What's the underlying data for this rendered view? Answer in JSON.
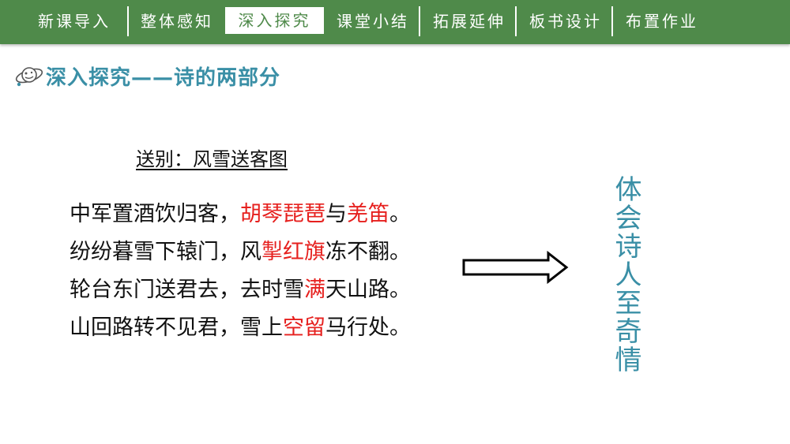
{
  "nav": {
    "tabs": [
      "新课导入",
      "整体感知",
      "深入探究",
      "课堂小结",
      "拓展延伸",
      "板书设计",
      "布置作业"
    ],
    "active_index": 2,
    "bar_color": "#4f8a4a"
  },
  "heading": {
    "title": "深入探究——诗的两部分",
    "icon": "planet-doodle-icon",
    "color": "#3a8fa6"
  },
  "poem": {
    "title": "送别：风雪送客图",
    "highlight_color": "#e6201e",
    "lines": [
      {
        "segments": [
          {
            "t": "中军置酒饮归客，",
            "hl": false
          },
          {
            "t": "胡琴琵琶",
            "hl": true
          },
          {
            "t": "与",
            "hl": false
          },
          {
            "t": "羌笛",
            "hl": true
          },
          {
            "t": "。",
            "hl": false
          }
        ]
      },
      {
        "segments": [
          {
            "t": "纷纷暮雪下辕门，风",
            "hl": false
          },
          {
            "t": "掣红旗",
            "hl": true
          },
          {
            "t": "冻不翻。",
            "hl": false
          }
        ]
      },
      {
        "segments": [
          {
            "t": "轮台东门送君去，去时雪",
            "hl": false
          },
          {
            "t": "满",
            "hl": true
          },
          {
            "t": "天山路。",
            "hl": false
          }
        ]
      },
      {
        "segments": [
          {
            "t": "山回路转不见君，雪上",
            "hl": false
          },
          {
            "t": "空留",
            "hl": true
          },
          {
            "t": "马行处。",
            "hl": false
          }
        ]
      }
    ]
  },
  "arrow": {
    "icon": "right-arrow-icon"
  },
  "conclusion": {
    "text": "体会诗人至奇情",
    "color": "#3a8fa6"
  }
}
